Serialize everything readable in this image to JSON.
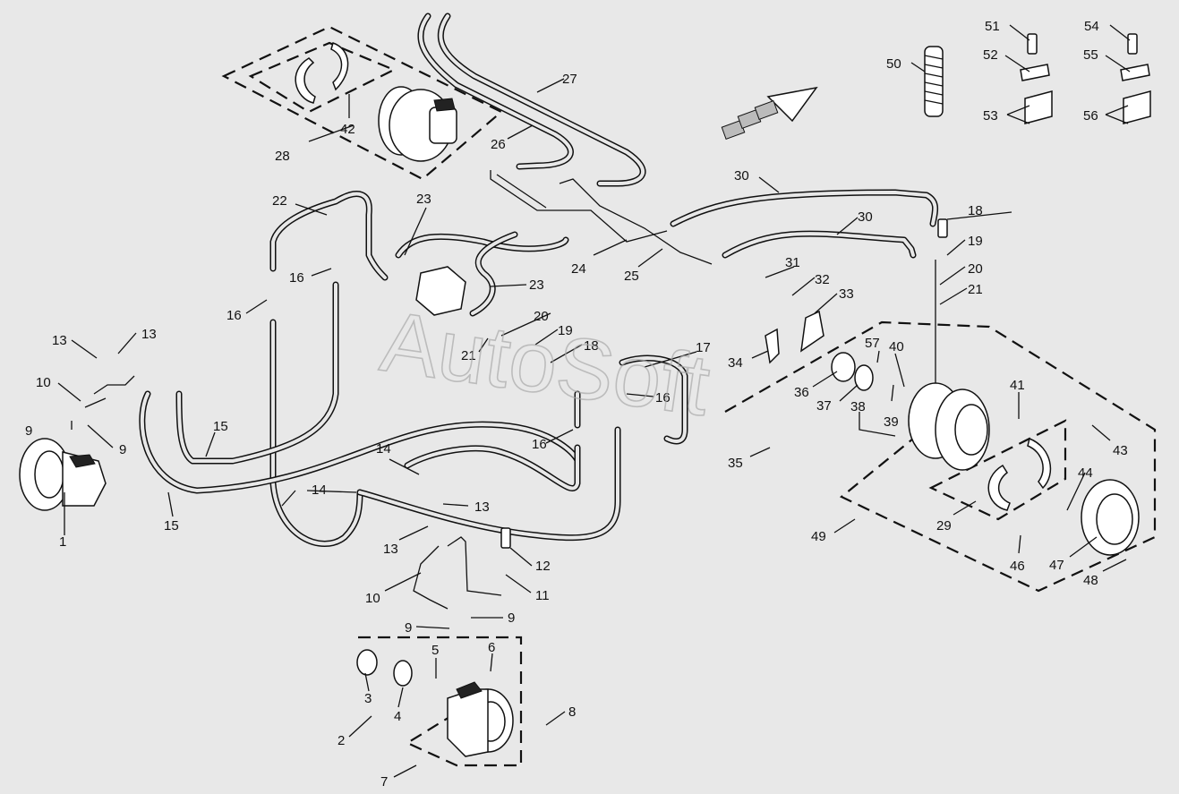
{
  "watermark": "AutoSoft",
  "callouts": {
    "c1": "1",
    "c2": "2",
    "c3": "3",
    "c4": "4",
    "c5": "5",
    "c6": "6",
    "c7": "7",
    "c8": "8",
    "c9a": "9",
    "c9b": "9",
    "c9c": "9",
    "c9d": "9",
    "c10a": "10",
    "c10b": "10",
    "c11": "11",
    "c12": "12",
    "c13a": "13",
    "c13b": "13",
    "c13c": "13",
    "c13d": "13",
    "c14a": "14",
    "c14b": "14",
    "c15a": "15",
    "c15b": "15",
    "c16a": "16",
    "c16b": "16",
    "c16c": "16",
    "c16d": "16",
    "c17": "17",
    "c18a": "18",
    "c18b": "18",
    "c19a": "19",
    "c19b": "19",
    "c20a": "20",
    "c20b": "20",
    "c21a": "21",
    "c21b": "21",
    "c22": "22",
    "c23a": "23",
    "c23b": "23",
    "c24": "24",
    "c25": "25",
    "c26": "26",
    "c27": "27",
    "c28": "28",
    "c29": "29",
    "c30a": "30",
    "c30b": "30",
    "c31": "31",
    "c32": "32",
    "c33": "33",
    "c34": "34",
    "c35": "35",
    "c36": "36",
    "c37": "37",
    "c38": "38",
    "c39": "39",
    "c40": "40",
    "c41": "41",
    "c42": "42",
    "c43": "43",
    "c44": "44",
    "c46": "46",
    "c47": "47",
    "c48": "48",
    "c49": "49",
    "c50": "50",
    "c51": "51",
    "c52": "52",
    "c53": "53",
    "c54": "54",
    "c55": "55",
    "c56": "56",
    "c57": "57"
  }
}
